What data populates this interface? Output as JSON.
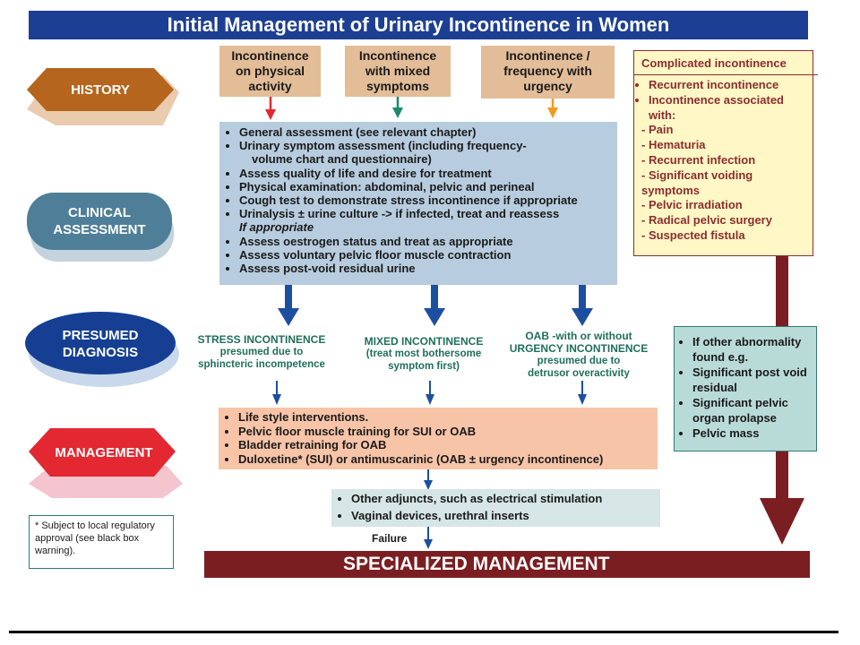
{
  "title": "Initial Management of Urinary Incontinence in Women",
  "stages": {
    "history": "HISTORY",
    "clinical_line1": "CLINICAL",
    "clinical_line2": "ASSESSMENT",
    "presumed_line1": "PRESUMED",
    "presumed_line2": "DIAGNOSIS",
    "management": "MANAGEMENT"
  },
  "history_boxes": [
    {
      "line1": "Incontinence",
      "line2": "on physical",
      "line3": "activity"
    },
    {
      "line1": "Incontinence",
      "line2": "with mixed",
      "line3": "symptoms"
    },
    {
      "line1": "Incontinence /",
      "line2": "frequency with",
      "line3": "urgency"
    }
  ],
  "clinical_items": [
    "General assessment (see relevant chapter)",
    "Urinary symptom assessment (including frequency-",
    "volume chart and questionnaire)",
    "Assess quality of life and desire for treatment",
    "Physical examination: abdominal, pelvic and perineal",
    "Cough test to demonstrate stress incontinence if appropriate",
    "Urinalysis ± urine culture -> if infected, treat and reassess",
    "If appropriate",
    "Assess oestrogen status and treat as appropriate",
    "Assess voluntary pelvic floor muscle contraction",
    "Assess post-void residual urine"
  ],
  "diagnoses": [
    {
      "line1": "STRESS INCONTINENCE",
      "line2": "presumed due to",
      "line3": "sphincteric incompetence"
    },
    {
      "line1": "MIXED INCONTINENCE",
      "line2": "(treat most bothersome",
      "line3": "symptom first)"
    },
    {
      "line1": "OAB -with or without",
      "line2": "URGENCY INCONTINENCE",
      "line3": "presumed due to",
      "line4": "detrusor overactivity"
    }
  ],
  "management_items": [
    "Life style interventions.",
    "Pelvic floor muscle training for SUI or OAB",
    "Bladder retraining for OAB",
    "Duloxetine* (SUI) or antimuscarinic (OAB ± urgency incontinence)"
  ],
  "adjunct_items": [
    "Other adjuncts, such as electrical stimulation",
    "Vaginal devices, urethral inserts"
  ],
  "failure_label": "Failure",
  "specialized": "SPECIALIZED MANAGEMENT",
  "complicated": {
    "heading": "Complicated incontinence",
    "item1": "Recurrent incontinence",
    "item2": "Incontinence associated with:",
    "sub": [
      "Pain",
      "Hematuria",
      "Recurrent infection",
      "Significant voiding symptoms",
      "Pelvic irradiation",
      "Radical pelvic surgery",
      "Suspected fistula"
    ]
  },
  "other_abnormality": [
    "If other abnormality found  e.g.",
    "Significant post void residual",
    "Significant pelvic organ prolapse",
    "Pelvic mass"
  ],
  "footnote": "* Subject to local regulatory approval (see black box warning).",
  "colors": {
    "title_bar": "#1d3f93",
    "history": "#b5651d",
    "clinical": "#4f7f98",
    "presumed": "#163f93",
    "management": "#e32831",
    "specialized": "#7b1e22"
  }
}
